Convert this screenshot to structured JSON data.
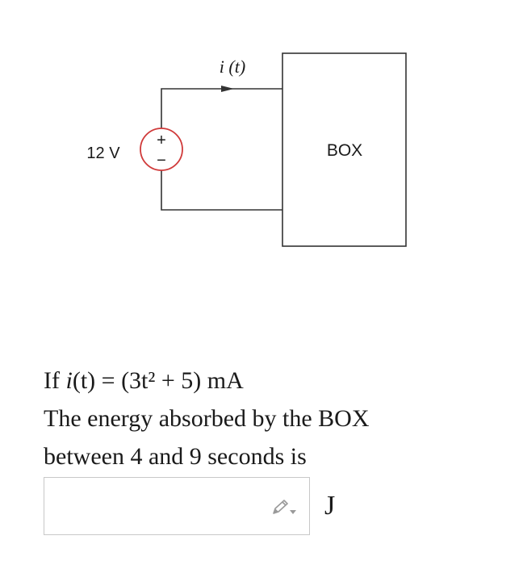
{
  "circuit": {
    "current_label": "i (t)",
    "source_label": "12 V",
    "source_plus": "+",
    "source_minus": "−",
    "box_label": "BOX"
  },
  "question": {
    "line1_prefix": "If ",
    "line1_math_func": "i",
    "line1_math_rest": "(t) = (3t² + 5)",
    "line1_unit": " mA",
    "line2": "The energy absorbed by the BOX",
    "line3": "between 4 and 9 seconds is"
  },
  "answer": {
    "value": "",
    "placeholder": "",
    "unit": "J",
    "edit_icon": "pencil-icon"
  },
  "colors": {
    "source_circle": "#d03a3a",
    "wire": "#333333",
    "input_border": "#c8c8c8",
    "icon": "#9a9a9a"
  }
}
